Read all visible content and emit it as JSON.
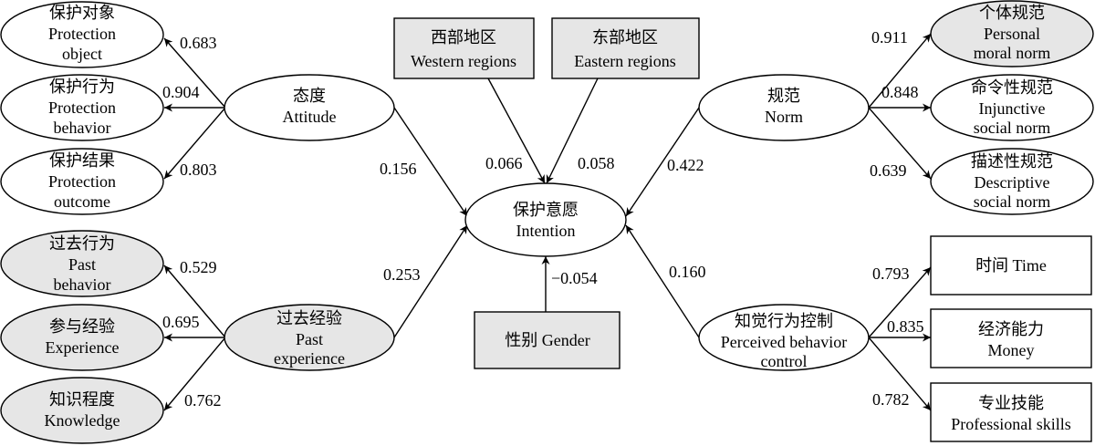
{
  "colors": {
    "gray_fill": "#e6e6e6",
    "white_fill": "#ffffff",
    "stroke": "#000000"
  },
  "nodes": {
    "protection_object": {
      "zh": "保护对象",
      "en1": "Protection",
      "en2": "object"
    },
    "protection_behavior": {
      "zh": "保护行为",
      "en1": "Protection",
      "en2": "behavior"
    },
    "protection_outcome": {
      "zh": "保护结果",
      "en1": "Protection",
      "en2": "outcome"
    },
    "past_behavior": {
      "zh": "过去行为",
      "en1": "Past",
      "en2": "behavior"
    },
    "experience": {
      "zh": "参与经验",
      "en1": "Experience"
    },
    "knowledge": {
      "zh": "知识程度",
      "en1": "Knowledge"
    },
    "attitude": {
      "zh": "态度",
      "en1": "Attitude"
    },
    "past_experience": {
      "zh": "过去经验",
      "en1": "Past",
      "en2": "experience"
    },
    "western_regions": {
      "zh": "西部地区",
      "en1": "Western regions"
    },
    "eastern_regions": {
      "zh": "东部地区",
      "en1": "Eastern regions"
    },
    "intention": {
      "zh": "保护意愿",
      "en1": "Intention"
    },
    "gender": {
      "text": "性别 Gender"
    },
    "norm": {
      "zh": "规范",
      "en1": "Norm"
    },
    "personal_moral_norm": {
      "zh": "个体规范",
      "en1": "Personal",
      "en2": "moral norm"
    },
    "injunctive_social_norm": {
      "zh": "命令性规范",
      "en1": "Injunctive",
      "en2": "social norm"
    },
    "descriptive_social_norm": {
      "zh": "描述性规范",
      "en1": "Descriptive",
      "en2": "social norm"
    },
    "perceived_behavior_control": {
      "zh": "知觉行为控制",
      "en1": "Perceived behavior",
      "en2": "control"
    },
    "time": {
      "text": "时间 Time"
    },
    "money": {
      "zh": "经济能力",
      "en1": "Money"
    },
    "professional_skills": {
      "zh": "专业技能",
      "en1": "Professional skills"
    }
  },
  "coefficients": {
    "attitude_object": "0.683",
    "attitude_behavior": "0.904",
    "attitude_outcome": "0.803",
    "past_past_behavior": "0.529",
    "past_experience_item": "0.695",
    "past_knowledge": "0.762",
    "attitude_intention": "0.156",
    "past_intention": "0.253",
    "western_intention": "0.066",
    "eastern_intention": "0.058",
    "gender_intention": "−0.054",
    "norm_intention": "0.422",
    "pbc_intention": "0.160",
    "norm_personal": "0.911",
    "norm_injunctive": "0.848",
    "norm_descriptive": "0.639",
    "pbc_time": "0.793",
    "pbc_money": "0.835",
    "pbc_skills": "0.782"
  }
}
